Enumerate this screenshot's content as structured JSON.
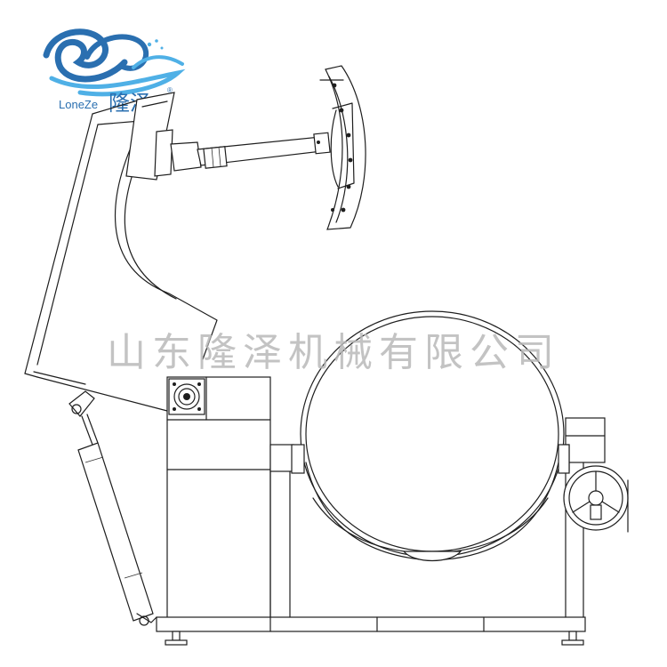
{
  "watermark": {
    "text": "山东隆泽机械有限公司"
  },
  "logo": {
    "wordmark": "LoneZe",
    "mark": "隆泽",
    "registered": "®"
  },
  "colors": {
    "line": "#1e1e1e",
    "logo_blue": "#2a6fb0",
    "logo_light": "#4fb0e6",
    "watermark": "#b9b9b9"
  }
}
